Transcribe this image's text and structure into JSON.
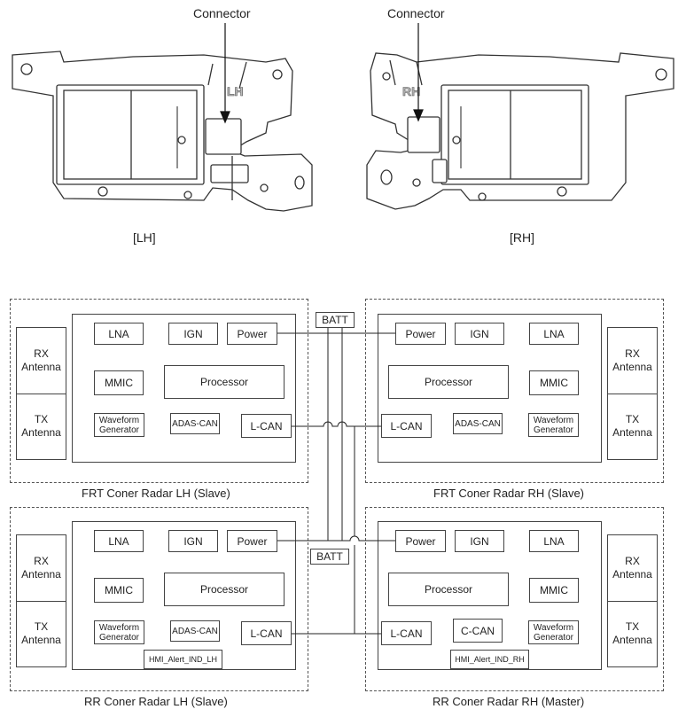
{
  "photos": {
    "connector_lh": "Connector",
    "connector_rh": "Connector",
    "caption_lh": "[LH]",
    "caption_rh": "[RH]",
    "mark_lh": "LH",
    "mark_rh": "RH"
  },
  "shared": {
    "batt_top": "BATT",
    "batt_bottom": "BATT"
  },
  "modules": {
    "frt_lh": {
      "caption": "FRT Coner Radar LH (Slave)",
      "rx": "RX\nAntenna",
      "tx": "TX\nAntenna",
      "lna": "LNA",
      "ign": "IGN",
      "power": "Power",
      "mmic": "MMIC",
      "processor": "Processor",
      "waveform": "Waveform\nGenerator",
      "adas_can": "ADAS-CAN",
      "l_can": "L-CAN"
    },
    "frt_rh": {
      "caption": "FRT Coner Radar RH (Slave)",
      "rx": "RX\nAntenna",
      "tx": "TX\nAntenna",
      "lna": "LNA",
      "ign": "IGN",
      "power": "Power",
      "mmic": "MMIC",
      "processor": "Processor",
      "waveform": "Waveform\nGenerator",
      "adas_can": "ADAS-CAN",
      "l_can": "L-CAN"
    },
    "rr_lh": {
      "caption": "RR Coner Radar LH (Slave)",
      "rx": "RX\nAntenna",
      "tx": "TX\nAntenna",
      "lna": "LNA",
      "ign": "IGN",
      "power": "Power",
      "mmic": "MMIC",
      "processor": "Processor",
      "waveform": "Waveform\nGenerator",
      "adas_can": "ADAS-CAN",
      "l_can": "L-CAN",
      "hmi": "HMI_Alert_IND_LH"
    },
    "rr_rh": {
      "caption": "RR Coner Radar RH (Master)",
      "rx": "RX\nAntenna",
      "tx": "TX\nAntenna",
      "lna": "LNA",
      "ign": "IGN",
      "power": "Power",
      "mmic": "MMIC",
      "processor": "Processor",
      "waveform": "Waveform\nGenerator",
      "c_can": "C-CAN",
      "l_can": "L-CAN",
      "hmi": "HMI_Alert_IND_RH"
    }
  }
}
